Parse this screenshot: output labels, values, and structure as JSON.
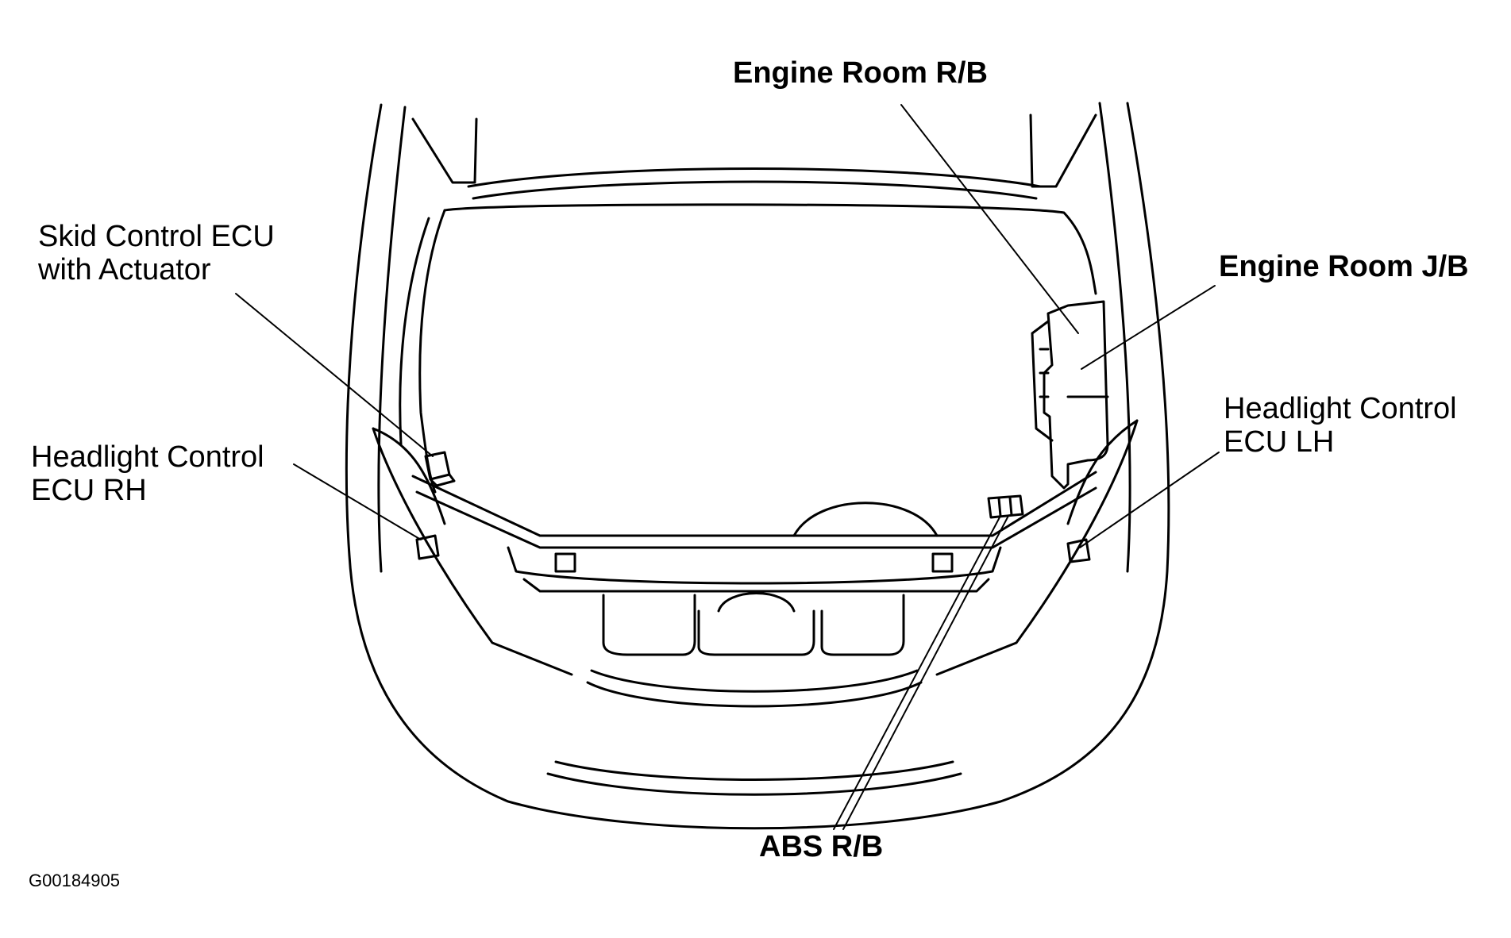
{
  "labels": {
    "skid_control": [
      "Skid Control ECU",
      "with Actuator"
    ],
    "headlight_rh": [
      "Headlight Control",
      "ECU RH"
    ],
    "engine_room_rb": "Engine Room R/B",
    "engine_room_jb": "Engine Room J/B",
    "headlight_lh": [
      "Headlight Control",
      "ECU LH"
    ],
    "abs_rb": "ABS R/B",
    "figure_code": "G00184905"
  },
  "colors": {
    "ink": "#000000",
    "paper": "#ffffff"
  }
}
